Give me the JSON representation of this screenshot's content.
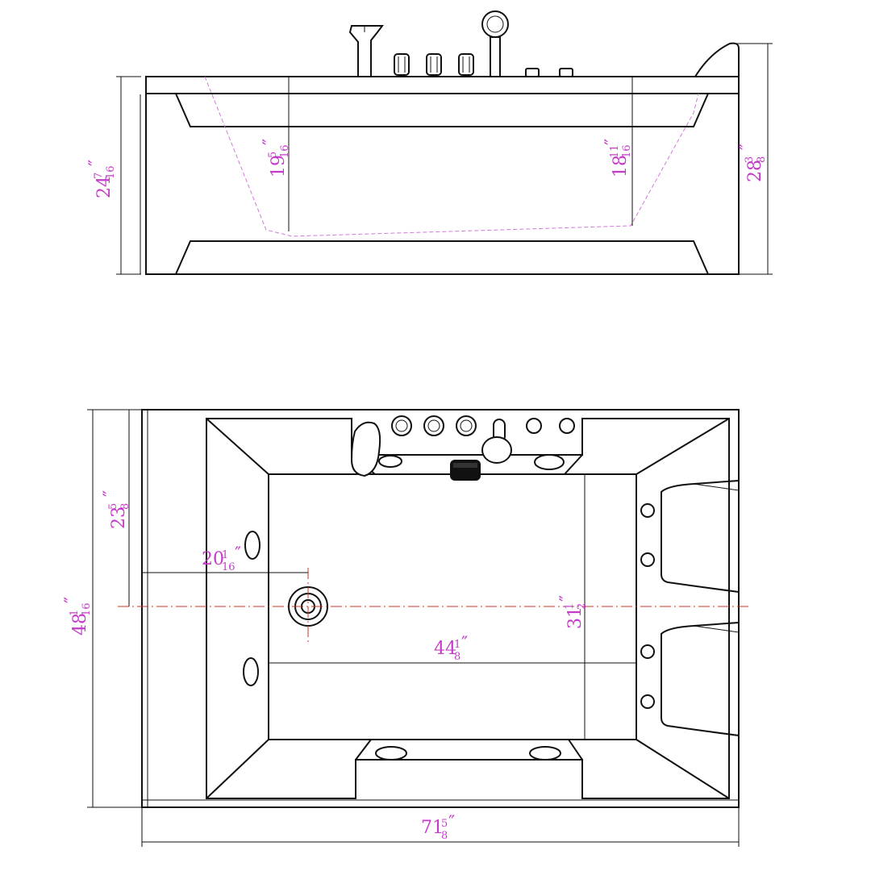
{
  "side_view": {
    "overall_height": {
      "whole": "24",
      "num": "7",
      "den": "16",
      "mark": "″"
    },
    "depth_left": {
      "whole": "19",
      "num": "5",
      "den": "16",
      "mark": "″"
    },
    "depth_right": {
      "whole": "18",
      "num": "11",
      "den": "16",
      "mark": "″"
    },
    "height_with_headrest": {
      "whole": "28",
      "num": "3",
      "den": "8",
      "mark": "″"
    }
  },
  "top_view": {
    "overall_width": {
      "whole": "48",
      "num": "1",
      "den": "16",
      "mark": "″"
    },
    "drain_offset_y": {
      "whole": "23",
      "num": "5",
      "den": "8",
      "mark": "″"
    },
    "drain_offset_x": {
      "whole": "20",
      "num": "1",
      "den": "16",
      "mark": "″"
    },
    "inner_width": {
      "whole": "31",
      "num": "1",
      "den": "2",
      "mark": "″"
    },
    "inner_length": {
      "whole": "44",
      "num": "1",
      "den": "8",
      "mark": "″"
    },
    "overall_length": {
      "whole": "71",
      "num": "5",
      "den": "8",
      "mark": "″"
    }
  },
  "colors": {
    "lines": "#111111",
    "dimensions": "#c43bc8",
    "centerline": "#c0392b",
    "hidden_lines": "#d07ad8"
  }
}
